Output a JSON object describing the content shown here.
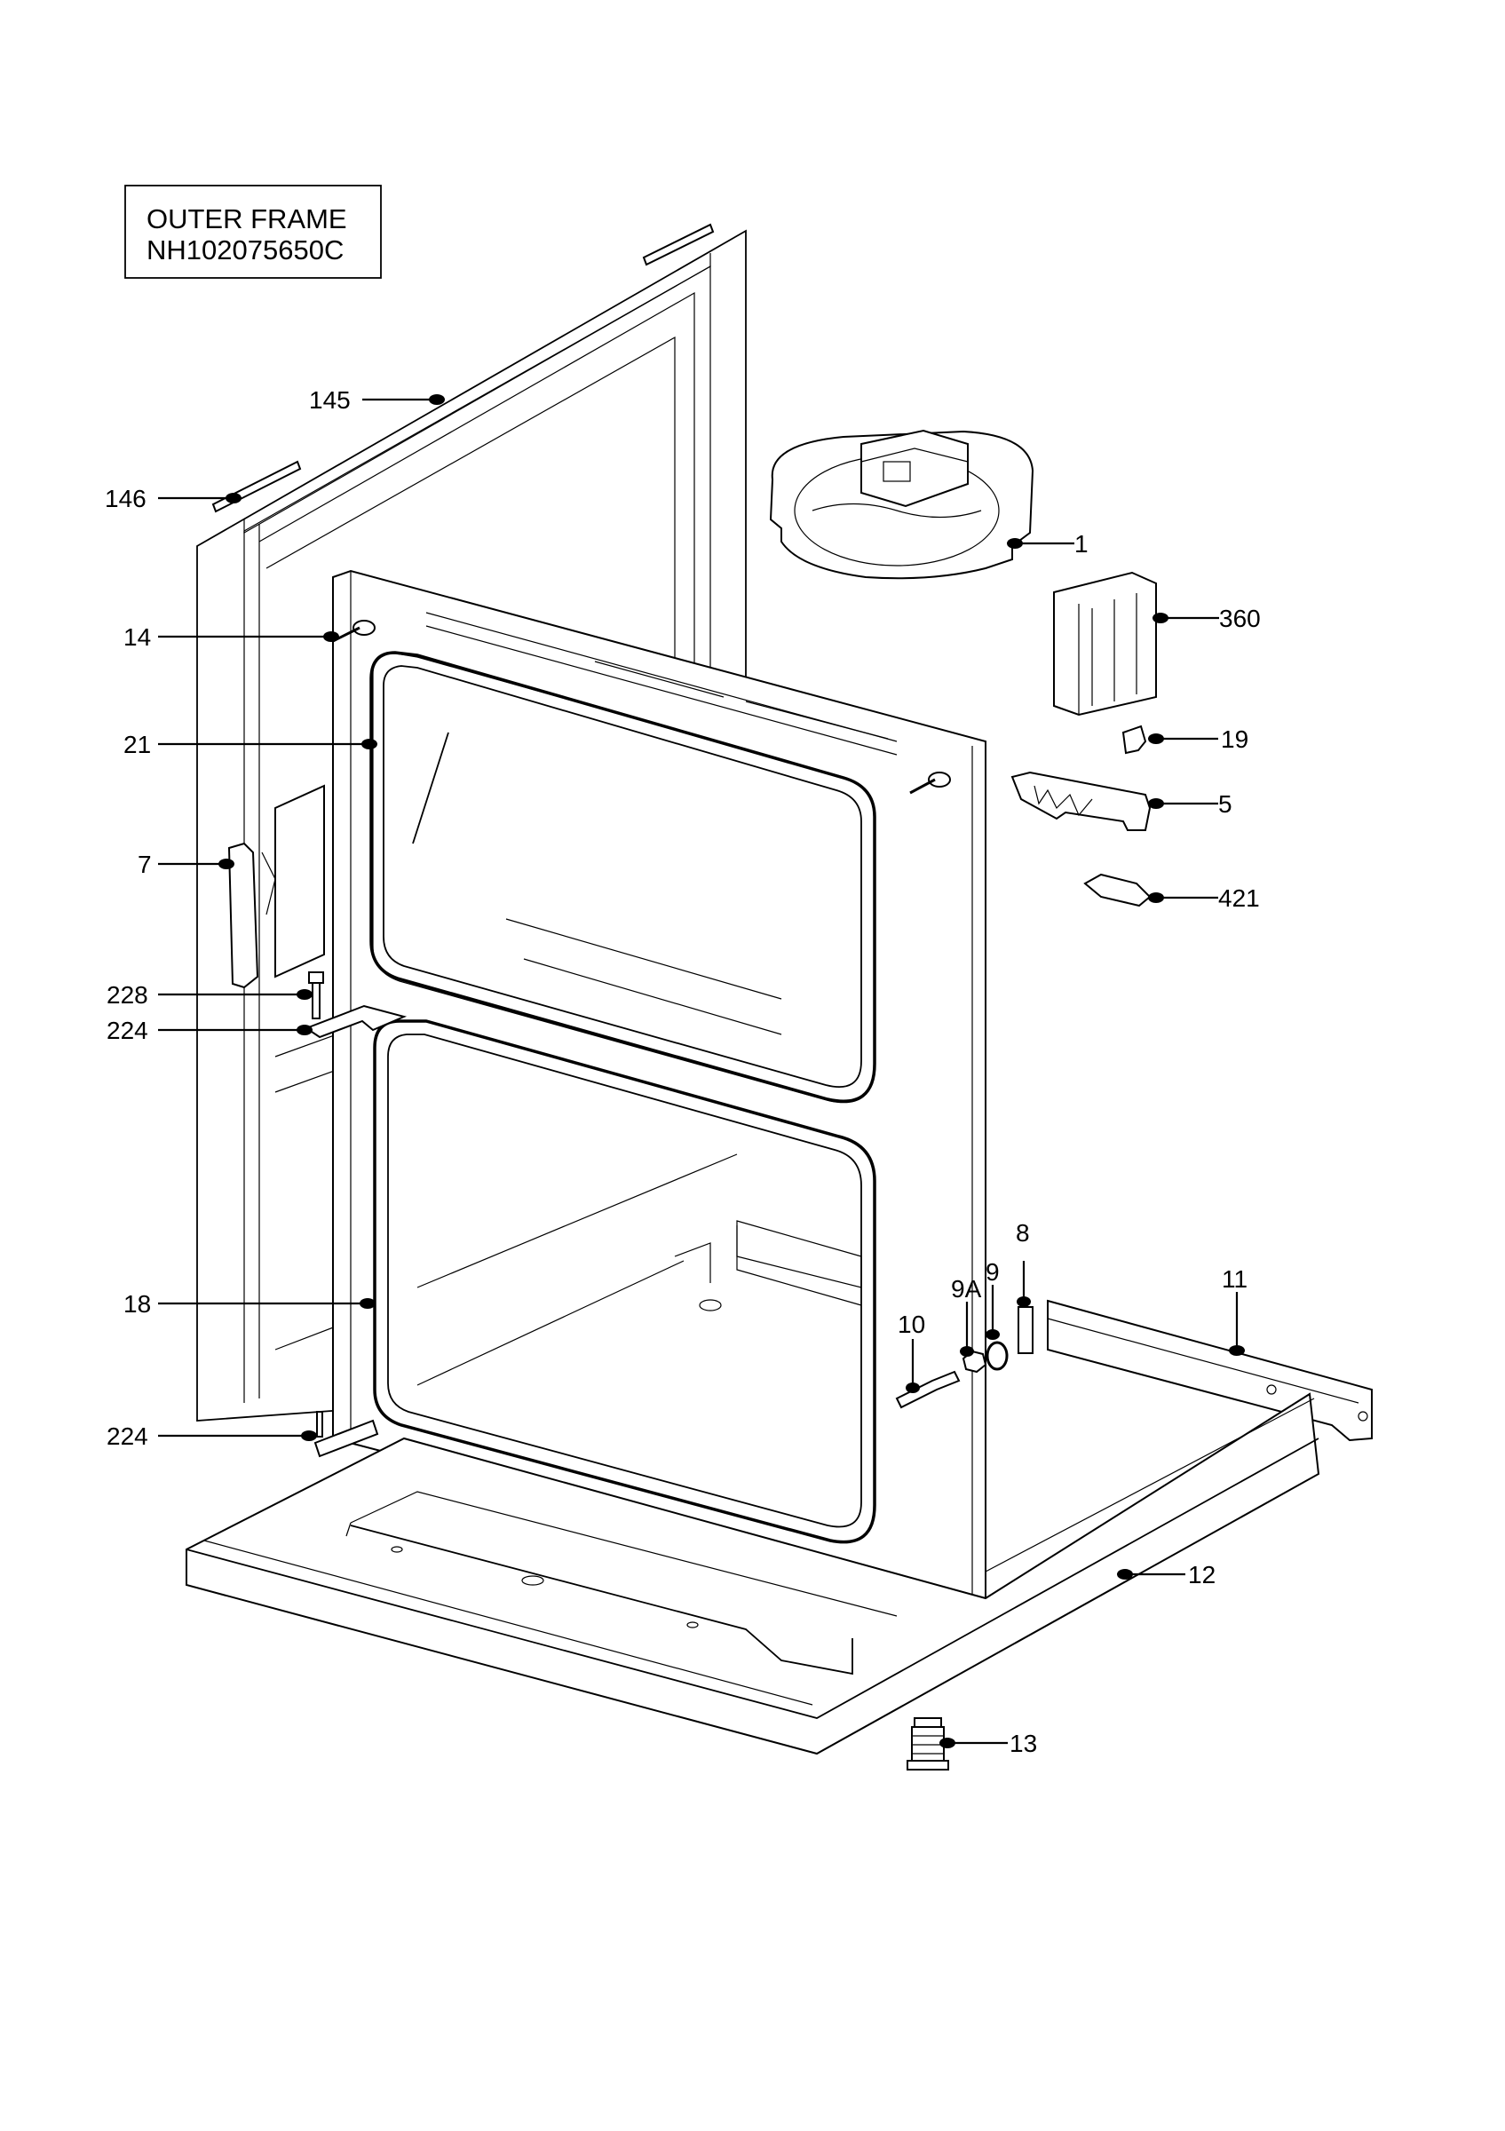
{
  "title_box": {
    "line1": "OUTER FRAME",
    "line2": "NH102075650C"
  },
  "callouts": [
    {
      "id": "145",
      "label": "145"
    },
    {
      "id": "146",
      "label": "146"
    },
    {
      "id": "14",
      "label": "14"
    },
    {
      "id": "21",
      "label": "21"
    },
    {
      "id": "7",
      "label": "7"
    },
    {
      "id": "228",
      "label": "228"
    },
    {
      "id": "224a",
      "label": "224"
    },
    {
      "id": "18",
      "label": "18"
    },
    {
      "id": "224b",
      "label": "224"
    },
    {
      "id": "1",
      "label": "1"
    },
    {
      "id": "360",
      "label": "360"
    },
    {
      "id": "19",
      "label": "19"
    },
    {
      "id": "5",
      "label": "5"
    },
    {
      "id": "421",
      "label": "421"
    },
    {
      "id": "8",
      "label": "8"
    },
    {
      "id": "9A",
      "label": "9A"
    },
    {
      "id": "9",
      "label": "9"
    },
    {
      "id": "10",
      "label": "10"
    },
    {
      "id": "11",
      "label": "11"
    },
    {
      "id": "12",
      "label": "12"
    },
    {
      "id": "13",
      "label": "13"
    }
  ]
}
